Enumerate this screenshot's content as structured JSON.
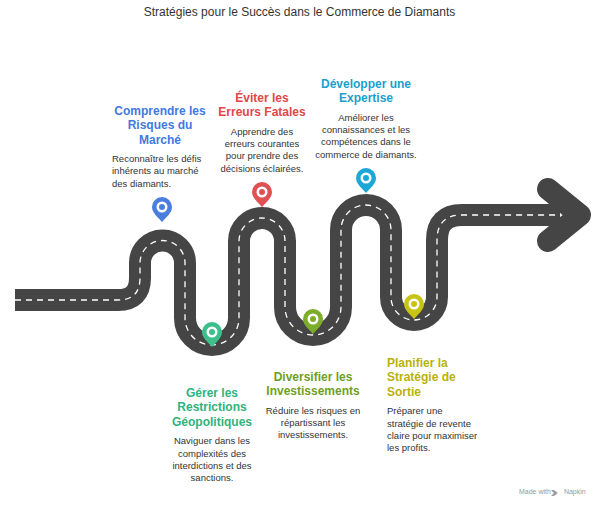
{
  "diagram": {
    "title": "Stratégies pour le Succès dans le Commerce de Diamants",
    "nodes": [
      {
        "text": [
          "Comprendre les Risques du Marché",
          "Reconnaître les défis inhérents au marché des diamants."
        ]
      },
      {
        "text": [
          "Gérer les Restrictions Géopolitiques",
          "Naviguer dans les complexités des interdictions et des sanctions."
        ]
      },
      {
        "text": [
          "Éviter les Erreurs Fatales",
          "Apprendre des erreurs courantes pour prendre des décisions éclairées."
        ]
      },
      {
        "text": [
          "Diversifier les Investissements",
          "Réduire les risques en répartissant les investissements."
        ]
      },
      {
        "text": [
          "Développer une Expertise",
          "Améliorer les connaissances et les compétences dans le commerce de diamants."
        ]
      },
      {
        "text": [
          "Planifier la Stratégie de Sortie",
          "Préparer une stratégie de revente claire pour maximiser les profits."
        ]
      }
    ],
    "labels": [
      "Made with",
      "Napkin"
    ]
  }
}
